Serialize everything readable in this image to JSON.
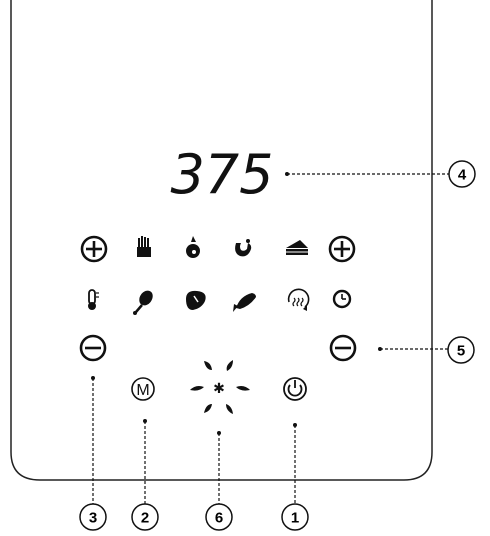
{
  "display": {
    "temperature": "375"
  },
  "controls": {
    "plus_symbol": "+",
    "menu_label": "M"
  },
  "callouts": {
    "power": "1",
    "menu": "2",
    "temp_side": "3",
    "display": "4",
    "time_side": "5",
    "presets": "6"
  },
  "icons": {
    "row1": [
      "fries-icon",
      "chicken-icon",
      "shrimp-icon",
      "cake-icon"
    ],
    "row2": [
      "thermometer-icon",
      "drumstick-icon",
      "steak-icon",
      "fish-icon",
      "reheat-icon",
      "timer-icon"
    ]
  }
}
